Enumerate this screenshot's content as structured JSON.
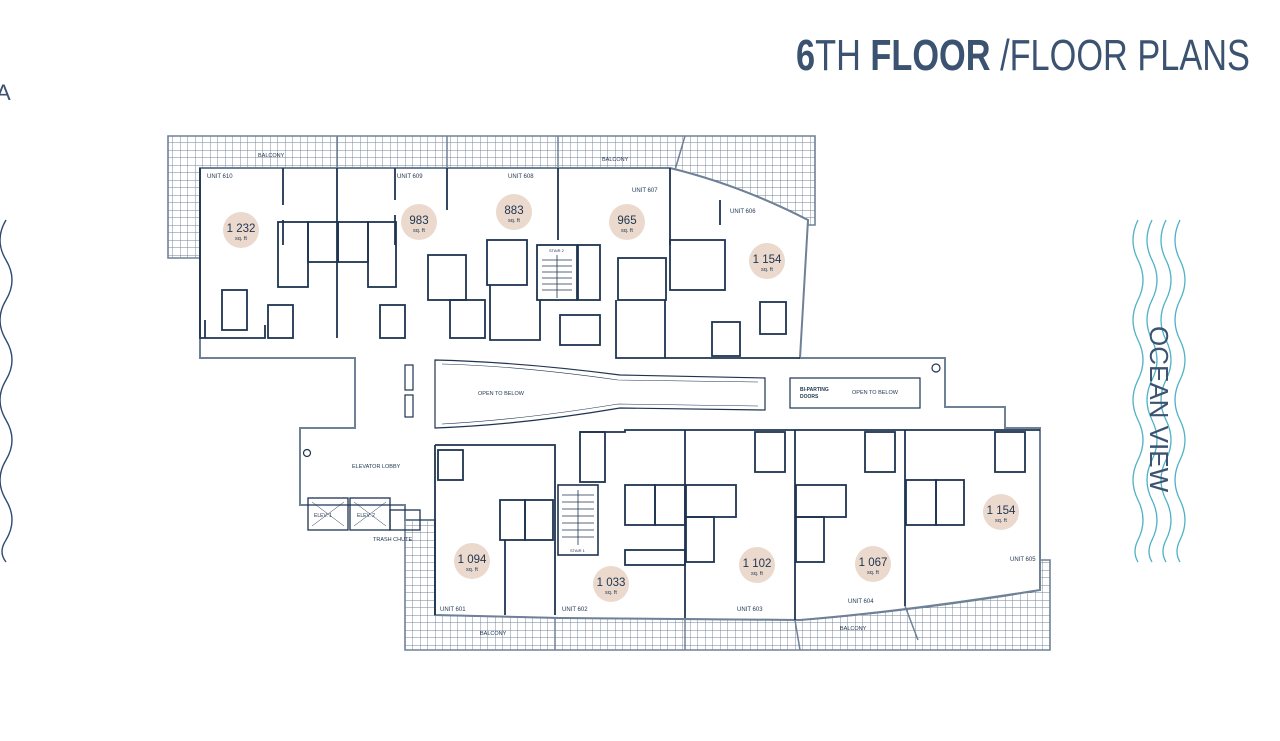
{
  "header": {
    "floor_num": "6",
    "floor_suffix": "TH",
    "floor_word": "FLOOR",
    "slash_title": "/FLOOR PLANS"
  },
  "edge_mark": "A",
  "side_label": "OCEAN VIEW",
  "colors": {
    "title": "#3b5270",
    "walls": "#1f3450",
    "grid": "#6f8197",
    "badge": "#ead9cc",
    "wave_left": "#2f4b73",
    "wave_right": "#4fb0c6"
  },
  "units": [
    {
      "id": "unit-610",
      "label": "UNIT 610",
      "area": "1 232",
      "unit": "sq. ft"
    },
    {
      "id": "unit-609",
      "label": "UNIT 609",
      "area": "983",
      "unit": "sq. ft"
    },
    {
      "id": "unit-608",
      "label": "UNIT 608",
      "area": "883",
      "unit": "sq. ft"
    },
    {
      "id": "unit-607",
      "label": "UNIT 607",
      "area": "965",
      "unit": "sq. ft"
    },
    {
      "id": "unit-606",
      "label": "UNIT 606",
      "area": "1 154",
      "unit": "sq. ft"
    },
    {
      "id": "unit-601",
      "label": "UNIT 601",
      "area": "1 094",
      "unit": "sq. ft"
    },
    {
      "id": "unit-602",
      "label": "UNIT 602",
      "area": "1 033",
      "unit": "sq. ft"
    },
    {
      "id": "unit-603",
      "label": "UNIT 603",
      "area": "1 102",
      "unit": "sq. ft"
    },
    {
      "id": "unit-604",
      "label": "UNIT 604",
      "area": "1 067",
      "unit": "sq. ft"
    },
    {
      "id": "unit-605",
      "label": "UNIT 605",
      "area": "1 154",
      "unit": "sq. ft"
    }
  ],
  "labels": {
    "balcony": "BALCONY",
    "open_to_below": "OPEN TO BELOW",
    "bi_parting_1": "BI-PARTING",
    "bi_parting_2": "DOORS",
    "elevator_lobby": "ELEVATOR LOBBY",
    "elev_1": "ELEV. 1",
    "elev_2": "ELEV. 2",
    "trash_chute": "TRASH CHUTE",
    "stair_2": "STAIR 2",
    "stair_1": "STAIR 1"
  }
}
